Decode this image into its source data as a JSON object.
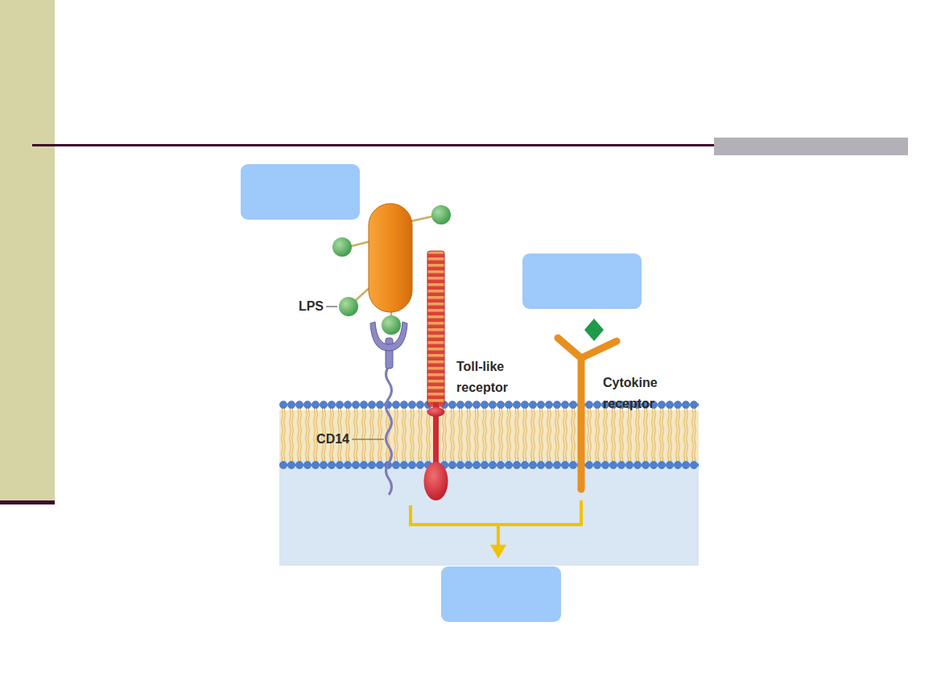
{
  "diagram": {
    "labels": [
      "LPS",
      "CD14",
      "Toll-like receptor",
      "Cytokine receptor"
    ]
  }
}
